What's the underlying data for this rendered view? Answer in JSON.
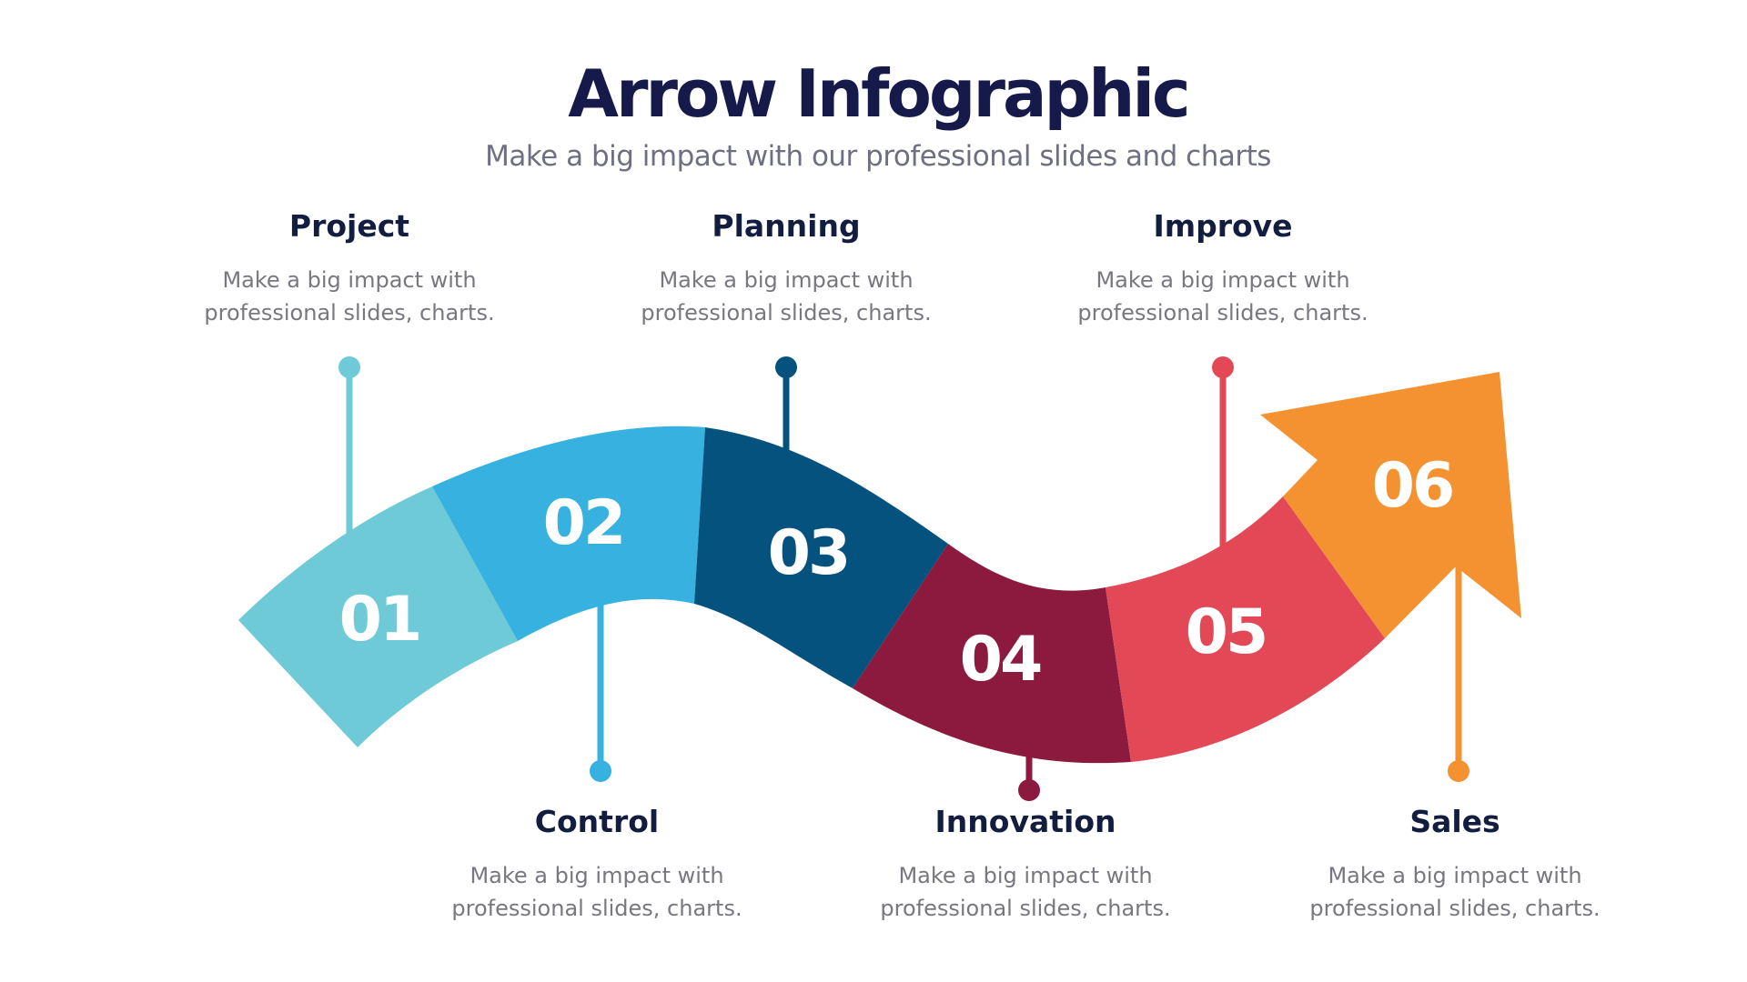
{
  "header": {
    "title": "Arrow Infographic",
    "subtitle": "Make a big impact with our professional slides and charts"
  },
  "colors": {
    "title": "#151a4b",
    "subtitle": "#6e6f80",
    "step_title": "#131d3f",
    "step_desc": "#77777f",
    "number": "#ffffff"
  },
  "steps": [
    {
      "number": "01",
      "title": "Project",
      "desc_line1": "Make a big impact with",
      "desc_line2": "professional slides, charts.",
      "color": "#6dcad6"
    },
    {
      "number": "02",
      "title": "Control",
      "desc_line1": "Make a big impact with",
      "desc_line2": "professional slides, charts.",
      "color": "#36b1e0"
    },
    {
      "number": "03",
      "title": "Planning",
      "desc_line1": "Make a big impact with",
      "desc_line2": "professional slides, charts.",
      "color": "#04527d"
    },
    {
      "number": "04",
      "title": "Innovation",
      "desc_line1": "Make a big impact with",
      "desc_line2": "professional slides, charts.",
      "color": "#8b1a3e"
    },
    {
      "number": "05",
      "title": "Improve",
      "desc_line1": "Make a big impact with",
      "desc_line2": "professional slides, charts.",
      "color": "#e24856"
    },
    {
      "number": "06",
      "title": "Sales",
      "desc_line1": "Make a big impact with",
      "desc_line2": "professional slides, charts.",
      "color": "#f49231"
    }
  ]
}
